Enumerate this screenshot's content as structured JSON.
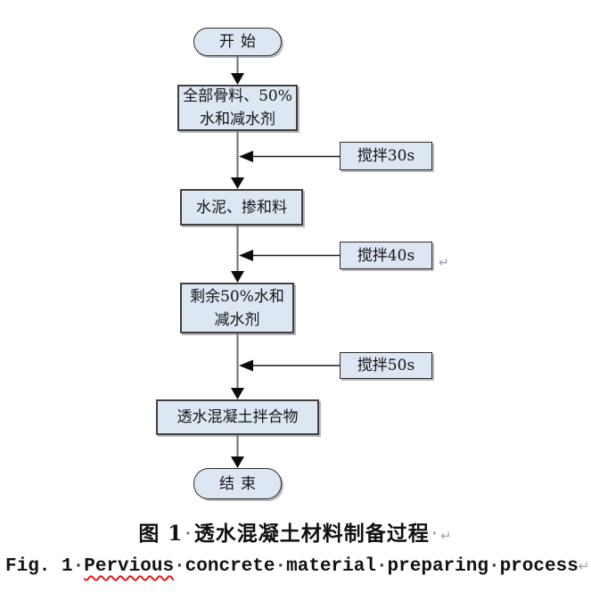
{
  "flowchart": {
    "start_label": "开始",
    "end_label": "结束",
    "steps": [
      {
        "text": "全部骨料、50%\n水和减水剂"
      },
      {
        "text": "水泥、掺和料"
      },
      {
        "text": "剩余50%水和\n减水剂"
      },
      {
        "text": "透水混凝土拌合物"
      }
    ],
    "mix_steps": [
      {
        "text": "搅拌30s"
      },
      {
        "text": "搅拌40s"
      },
      {
        "text": "搅拌50s"
      }
    ],
    "colors": {
      "shape_fill": "#dde7f3",
      "shape_border": "#404040",
      "connector_line": "#6e6e6e",
      "arrowhead": "#0c0c0c",
      "spellcheck_underline": "#e01b1b"
    }
  },
  "formatting_marks": {
    "space_dot": "·",
    "line_break_mark": "↵"
  },
  "caption_zh": {
    "fig_label": "图 1",
    "title": "透水混凝土材料制备过程"
  },
  "caption_en": {
    "fig_label": "Fig. 1",
    "word_1": "Pervious",
    "word_2": "concrete",
    "word_3": "material",
    "word_4": "preparing",
    "word_5": "process"
  }
}
